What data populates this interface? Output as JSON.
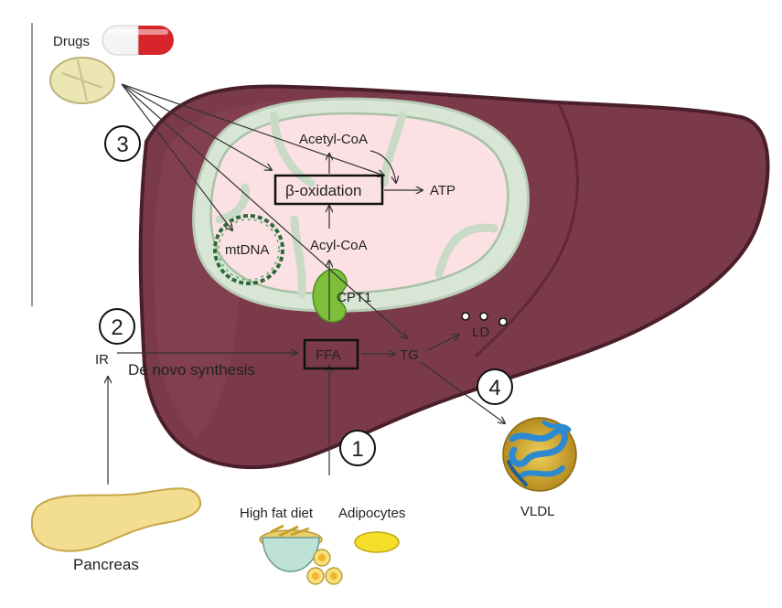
{
  "labels": {
    "drugs": "Drugs",
    "acetyl_coa": "Acetyl-CoA",
    "beta_oxidation": "β-oxidation",
    "atp": "ATP",
    "mtdna": "mtDNA",
    "acyl_coa": "Acyl-CoA",
    "cpt1": "CPT1",
    "ld": "LD",
    "ir": "IR",
    "de_novo": "De novo synthesis",
    "ffa": "FFA",
    "tg": "TG",
    "vldl": "VLDL",
    "high_fat_diet": "High fat diet",
    "adipocytes": "Adipocytes",
    "pancreas": "Pancreas"
  },
  "steps": [
    "1",
    "2",
    "3",
    "4"
  ],
  "colors": {
    "liver": "#7a3a4a",
    "liver_edge": "#4a1e2a",
    "mito_outer": "#d8e6d6",
    "mito_inner": "#fbe1e4",
    "cpt1": "#7dbf3a",
    "capsule_red": "#d8252b",
    "tablet": "#ece6b4",
    "pancreas": "#f2dd90",
    "adipocyte": "#f5df2a",
    "vldl_blue": "#2d8ad0",
    "vldl_yellow": "#d9b23a",
    "dna": "#2f6b3a"
  }
}
